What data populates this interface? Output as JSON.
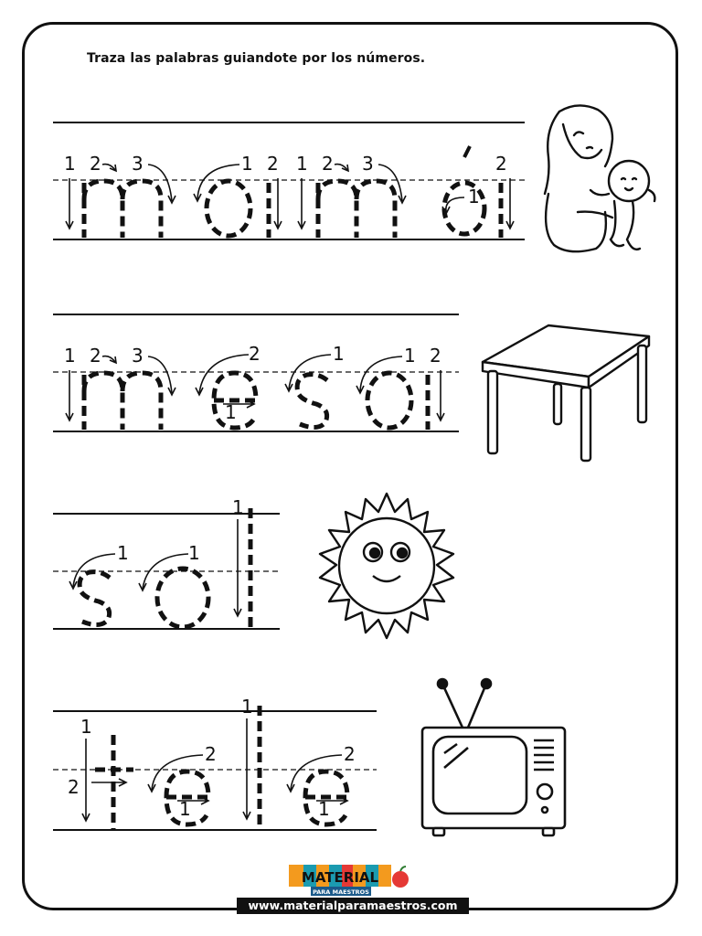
{
  "worksheet": {
    "instruction": "Traza las palabras guiandote por los números.",
    "words": [
      {
        "word": "mamá",
        "picture": "mother-holding-baby-illustration"
      },
      {
        "word": "mesa",
        "picture": "table-illustration"
      },
      {
        "word": "sol",
        "picture": "smiling-sun-illustration"
      },
      {
        "word": "tele",
        "picture": "television-illustration"
      }
    ]
  },
  "footer": {
    "logo_main": "MATERIAL",
    "logo_sub": "PARA MAESTROS",
    "url": "www.materialparamaestros.com"
  },
  "colors": {
    "ink": "#111111",
    "logo_orange": "#f39a1e",
    "logo_teal": "#1b9bb0",
    "logo_red": "#e53935"
  }
}
